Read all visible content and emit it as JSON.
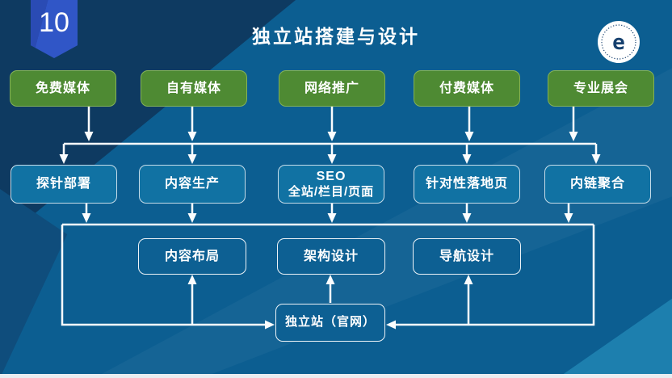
{
  "page": {
    "number": "10",
    "title": "独立站搭建与设计"
  },
  "logo": {
    "glyph": "e"
  },
  "flow": {
    "row1": [
      {
        "label": "免费媒体"
      },
      {
        "label": "自有媒体"
      },
      {
        "label": "网络推广"
      },
      {
        "label": "付费媒体"
      },
      {
        "label": "专业展会"
      }
    ],
    "row2": [
      {
        "label": "探针部署"
      },
      {
        "label": "内容生产"
      },
      {
        "label": "SEO",
        "sublabel": "全站/栏目/页面"
      },
      {
        "label": "针对性落地页"
      },
      {
        "label": "内链聚合"
      }
    ],
    "row3": [
      {
        "label": "内容布局"
      },
      {
        "label": "架构设计"
      },
      {
        "label": "导航设计"
      }
    ],
    "final": {
      "label": "独立站（官网）"
    }
  },
  "colors": {
    "background": "#0c5e91",
    "background_dark": "#0e3a61",
    "accent_teal": "#1d7fae",
    "node_green": "#4e8a33",
    "node_blue": "#1172a3",
    "panel_blue": "#0d6093",
    "badge_blue": "#3056c7",
    "connector": "#fbfdfe"
  }
}
